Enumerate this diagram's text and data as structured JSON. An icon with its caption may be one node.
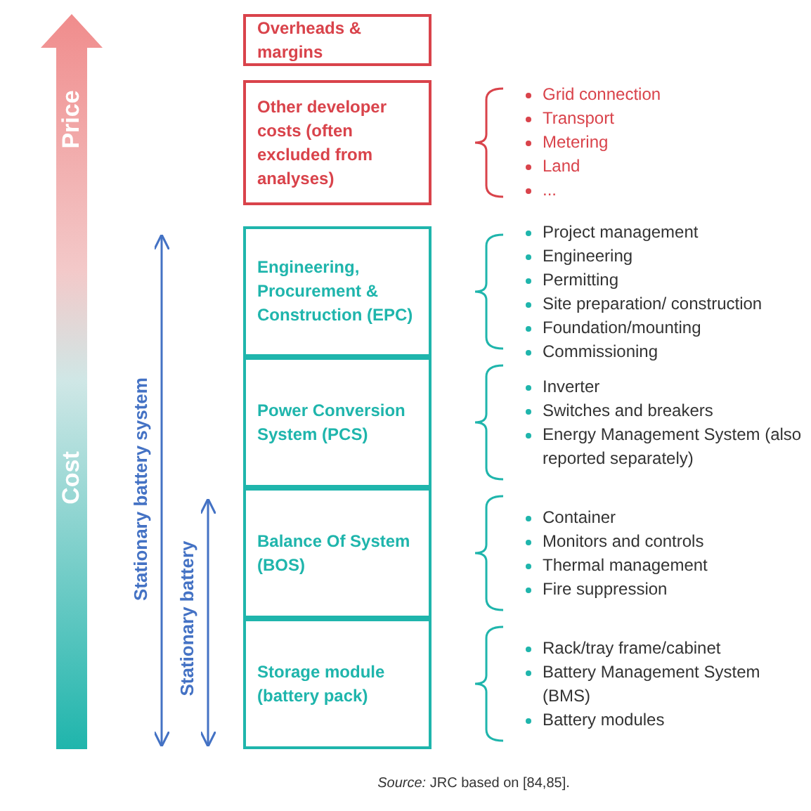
{
  "diagram": {
    "caption": "*Source:* JRC based on [84,85].",
    "nodes": [
      {
        "text": [
          "Overheads & margins"
        ]
      },
      {
        "text": [
          "Other developer costs (often excluded from analyses)"
        ],
        "beside": [
          "Grid connection",
          "Transport",
          "Metering",
          "Land",
          "..."
        ]
      },
      {
        "text": [
          "Engineering, Procurement & Construction (EPC)"
        ],
        "beside": [
          "Project management",
          "Engineering",
          "Permitting",
          "Site preparation/ construction",
          "Foundation/mounting",
          "Commissioning"
        ]
      },
      {
        "text": [
          "Power Conversion System (PCS)"
        ],
        "beside": [
          "Inverter",
          "Switches and breakers",
          "Energy Management System (also reported separately)"
        ]
      },
      {
        "text": [
          "Balance Of System (BOS)"
        ],
        "beside": [
          "Container",
          "Monitors and controls",
          "Thermal management",
          "Fire suppression"
        ]
      },
      {
        "text": [
          "Storage module (battery pack)"
        ],
        "beside": [
          "Rack/tray frame/cabinet",
          "Battery Management System (BMS)",
          "Battery modules"
        ]
      }
    ],
    "edges": [],
    "labels": [
      "Price",
      "Cost",
      "Stationary battery system",
      "Stationary battery"
    ]
  }
}
